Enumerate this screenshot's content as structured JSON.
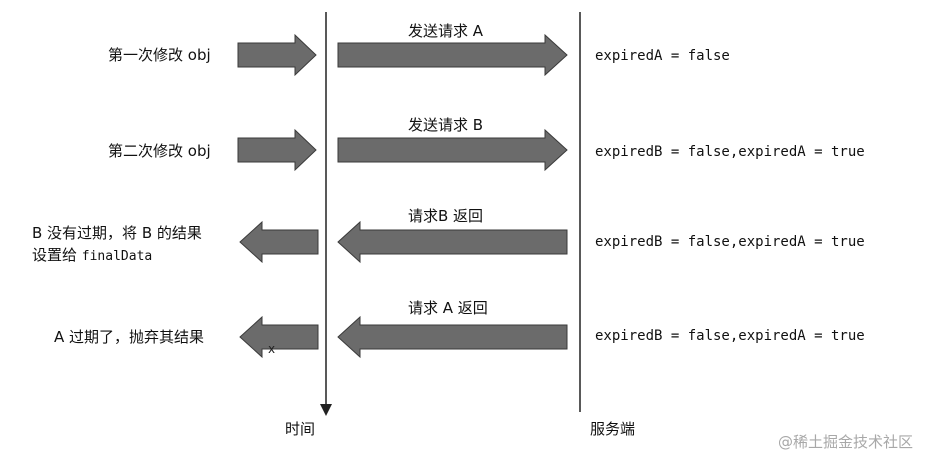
{
  "axes": {
    "time_label": "时间",
    "server_label": "服务端"
  },
  "rows": [
    {
      "left_text": "第一次修改 obj",
      "left_code": "",
      "request_label": "发送请求 A",
      "state": "expiredA = false"
    },
    {
      "left_text": "第二次修改 obj",
      "left_code": "",
      "request_label": "发送请求 B",
      "state": "expiredB = false,expiredA = true"
    },
    {
      "left_text_line1": "B 没有过期，将 B 的结果",
      "left_text_line2": "设置给 ",
      "left_code_line2": "finalData",
      "request_label": "请求B 返回",
      "state": "expiredB = false,expiredA = true"
    },
    {
      "left_text": "A 过期了，抛弃其结果",
      "request_label": "请求 A 返回",
      "state": "expiredB = false,expiredA = true",
      "mark": "x"
    }
  ],
  "watermark": "@稀土掘金技术社区",
  "colors": {
    "arrow_fill": "#6b6b6b",
    "arrow_stroke": "#3a3a3a",
    "line": "#222222"
  }
}
